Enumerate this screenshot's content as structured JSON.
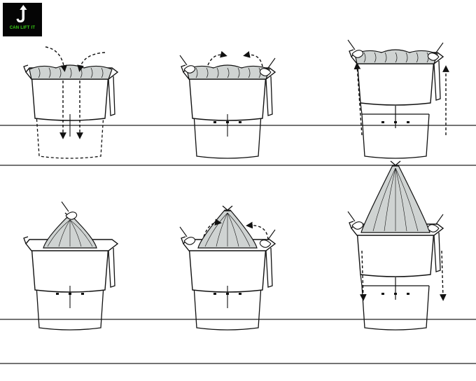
{
  "logo": {
    "text": "CAN LIFT IT",
    "icon": "up-arrow-j-icon",
    "bg_color": "#050505",
    "text_color": "#39d016"
  },
  "colors": {
    "line": "#111111",
    "bag_fill": "#cfd3d2",
    "bin_fill": "#ffffff",
    "floor": "#222222"
  },
  "steps": [
    {
      "id": "step-1",
      "row": 1,
      "col": 1,
      "bag": "rim",
      "arrows": "down-into-bin",
      "hands": "none",
      "inner_bin": "dashed",
      "lifted": false
    },
    {
      "id": "step-2",
      "row": 1,
      "col": 2,
      "bag": "rim",
      "arrows": "curved-outward",
      "hands": "both-pulling",
      "inner_bin": "solid",
      "lifted": false
    },
    {
      "id": "step-3",
      "row": 1,
      "col": 3,
      "bag": "rim",
      "arrows": "vertical-up",
      "hands": "both-lifting",
      "inner_bin": "solid",
      "lifted": true
    },
    {
      "id": "step-4",
      "row": 2,
      "col": 1,
      "bag": "tied-small",
      "arrows": "none",
      "hands": "one-holding-knot",
      "inner_bin": "solid",
      "lifted": false
    },
    {
      "id": "step-5",
      "row": 2,
      "col": 2,
      "bag": "tied-medium",
      "arrows": "curved-inward",
      "hands": "both-pulling",
      "inner_bin": "solid",
      "lifted": false
    },
    {
      "id": "step-6",
      "row": 2,
      "col": 3,
      "bag": "tied-full",
      "arrows": "vertical-down",
      "hands": "both-holding",
      "inner_bin": "solid",
      "lifted": true
    }
  ]
}
